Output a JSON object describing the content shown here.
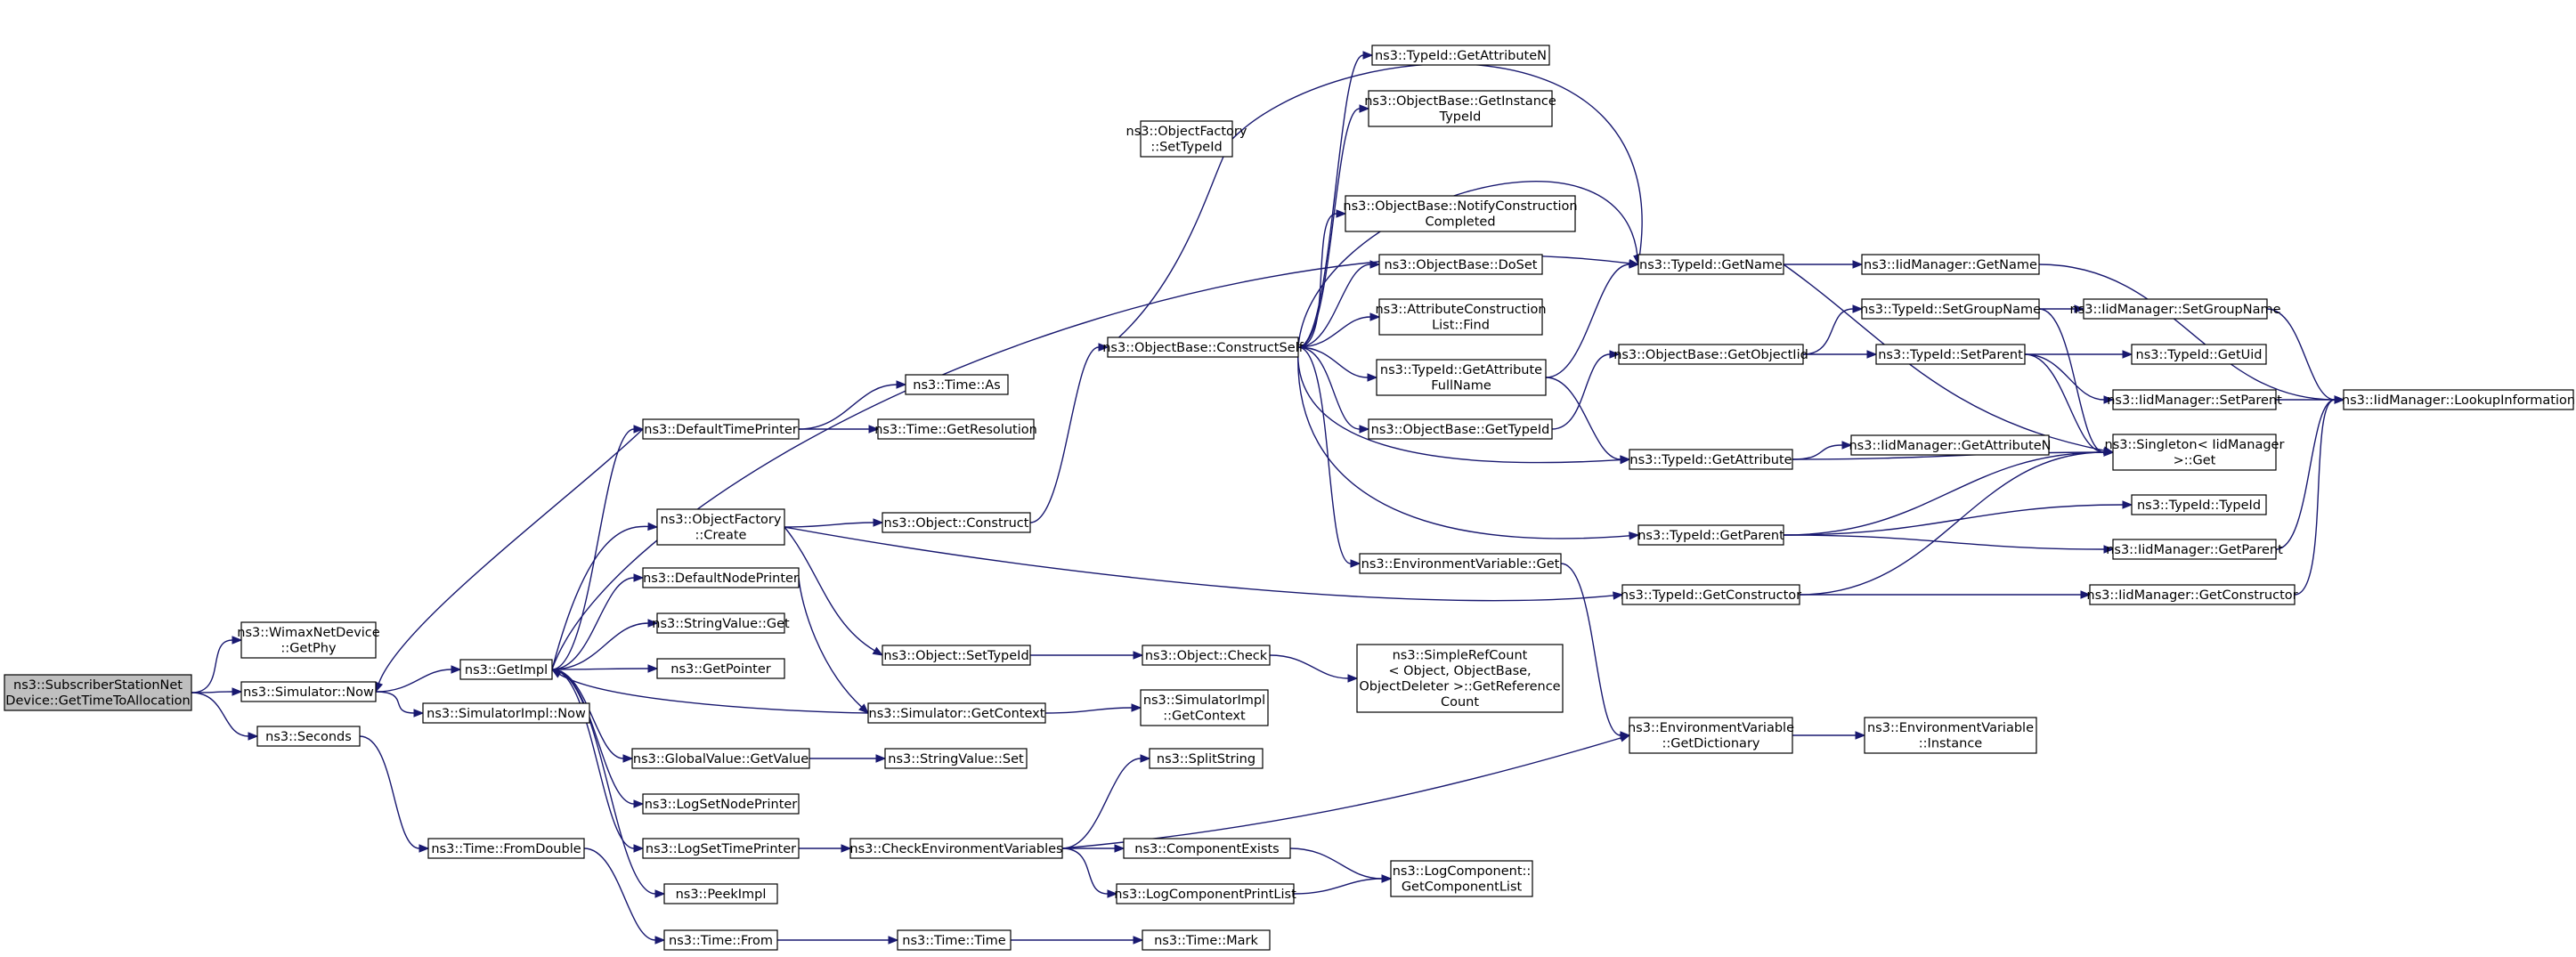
{
  "graph": {
    "nodes": [
      {
        "id": "root",
        "lines": [
          "ns3::SubscriberStationNet",
          "Device::GetTimeToAllocation"
        ],
        "root": true
      },
      {
        "id": "wimaxGetPhy",
        "lines": [
          "ns3::WimaxNetDevice",
          "::GetPhy"
        ]
      },
      {
        "id": "simNow",
        "lines": [
          "ns3::Simulator::Now"
        ]
      },
      {
        "id": "seconds",
        "lines": [
          "ns3::Seconds"
        ]
      },
      {
        "id": "getImpl",
        "lines": [
          "ns3::GetImpl"
        ]
      },
      {
        "id": "simImplNow",
        "lines": [
          "ns3::SimulatorImpl::Now"
        ]
      },
      {
        "id": "timeFromDouble",
        "lines": [
          "ns3::Time::FromDouble"
        ]
      },
      {
        "id": "defaultTimePrinter",
        "lines": [
          "ns3::DefaultTimePrinter"
        ]
      },
      {
        "id": "objFactoryCreate",
        "lines": [
          "ns3::ObjectFactory",
          "::Create"
        ]
      },
      {
        "id": "defaultNodePrinter",
        "lines": [
          "ns3::DefaultNodePrinter"
        ]
      },
      {
        "id": "stringValueGet",
        "lines": [
          "ns3::StringValue::Get"
        ]
      },
      {
        "id": "getPointer",
        "lines": [
          "ns3::GetPointer"
        ]
      },
      {
        "id": "globalValueGetValue",
        "lines": [
          "ns3::GlobalValue::GetValue"
        ]
      },
      {
        "id": "logSetNodePrinter",
        "lines": [
          "ns3::LogSetNodePrinter"
        ]
      },
      {
        "id": "logSetTimePrinter",
        "lines": [
          "ns3::LogSetTimePrinter"
        ]
      },
      {
        "id": "peekImpl",
        "lines": [
          "ns3::PeekImpl"
        ]
      },
      {
        "id": "timeFrom",
        "lines": [
          "ns3::Time::From"
        ]
      },
      {
        "id": "timeAs",
        "lines": [
          "ns3::Time::As"
        ]
      },
      {
        "id": "timeGetResolution",
        "lines": [
          "ns3::Time::GetResolution"
        ]
      },
      {
        "id": "objConstruct",
        "lines": [
          "ns3::Object::Construct"
        ]
      },
      {
        "id": "objSetTypeId",
        "lines": [
          "ns3::Object::SetTypeId"
        ]
      },
      {
        "id": "simGetContext",
        "lines": [
          "ns3::Simulator::GetContext"
        ]
      },
      {
        "id": "stringValueSet",
        "lines": [
          "ns3::StringValue::Set"
        ]
      },
      {
        "id": "checkEnvVars",
        "lines": [
          "ns3::CheckEnvironmentVariables"
        ]
      },
      {
        "id": "timeTime",
        "lines": [
          "ns3::Time::Time"
        ]
      },
      {
        "id": "objFactorySetTypeId",
        "lines": [
          "ns3::ObjectFactory",
          "::SetTypeId"
        ]
      },
      {
        "id": "constructSelf",
        "lines": [
          "ns3::ObjectBase::ConstructSelf"
        ]
      },
      {
        "id": "objCheck",
        "lines": [
          "ns3::Object::Check"
        ]
      },
      {
        "id": "simImplGetContext",
        "lines": [
          "ns3::SimulatorImpl",
          "::GetContext"
        ]
      },
      {
        "id": "splitString",
        "lines": [
          "ns3::SplitString"
        ]
      },
      {
        "id": "componentExists",
        "lines": [
          "ns3::ComponentExists"
        ]
      },
      {
        "id": "logComponentPrintList",
        "lines": [
          "ns3::LogComponentPrintList"
        ]
      },
      {
        "id": "timeMark",
        "lines": [
          "ns3::Time::Mark"
        ]
      },
      {
        "id": "typeIdGetAttributeN",
        "lines": [
          "ns3::TypeId::GetAttributeN"
        ]
      },
      {
        "id": "objBaseGetInstanceTypeId",
        "lines": [
          "ns3::ObjectBase::GetInstance",
          "TypeId"
        ]
      },
      {
        "id": "notifyConstructionCompleted",
        "lines": [
          "ns3::ObjectBase::NotifyConstruction",
          "Completed"
        ]
      },
      {
        "id": "objBaseDoSet",
        "lines": [
          "ns3::ObjectBase::DoSet"
        ]
      },
      {
        "id": "attrConstructionListFind",
        "lines": [
          "ns3::AttributeConstruction",
          "List::Find"
        ]
      },
      {
        "id": "typeIdGetAttributeFullName",
        "lines": [
          "ns3::TypeId::GetAttribute",
          "FullName"
        ]
      },
      {
        "id": "objBaseGetTypeId",
        "lines": [
          "ns3::ObjectBase::GetTypeId"
        ]
      },
      {
        "id": "envVarGet",
        "lines": [
          "ns3::EnvironmentVariable::Get"
        ]
      },
      {
        "id": "simpleRefCount",
        "lines": [
          "ns3::SimpleRefCount",
          "< Object, ObjectBase,",
          "ObjectDeleter >::GetReference",
          "Count"
        ]
      },
      {
        "id": "logComponentGetList",
        "lines": [
          "ns3::LogComponent::",
          "GetComponentList"
        ]
      },
      {
        "id": "typeIdGetName",
        "lines": [
          "ns3::TypeId::GetName"
        ]
      },
      {
        "id": "objBaseGetObjectIid",
        "lines": [
          "ns3::ObjectBase::GetObjectIid"
        ]
      },
      {
        "id": "typeIdGetAttribute",
        "lines": [
          "ns3::TypeId::GetAttribute"
        ]
      },
      {
        "id": "typeIdGetParent",
        "lines": [
          "ns3::TypeId::GetParent"
        ]
      },
      {
        "id": "typeIdGetConstructor",
        "lines": [
          "ns3::TypeId::GetConstructor"
        ]
      },
      {
        "id": "envVarGetDictionary",
        "lines": [
          "ns3::EnvironmentVariable",
          "::GetDictionary"
        ]
      },
      {
        "id": "iidGetName",
        "lines": [
          "ns3::IidManager::GetName"
        ]
      },
      {
        "id": "typeIdSetGroupName",
        "lines": [
          "ns3::TypeId::SetGroupName"
        ]
      },
      {
        "id": "typeIdSetParent",
        "lines": [
          "ns3::TypeId::SetParent"
        ]
      },
      {
        "id": "iidGetAttributeN",
        "lines": [
          "ns3::IidManager::GetAttributeN"
        ]
      },
      {
        "id": "envVarInstance",
        "lines": [
          "ns3::EnvironmentVariable",
          "::Instance"
        ]
      },
      {
        "id": "iidSetGroupName",
        "lines": [
          "ns3::IidManager::SetGroupName"
        ]
      },
      {
        "id": "typeIdGetUid",
        "lines": [
          "ns3::TypeId::GetUid"
        ]
      },
      {
        "id": "iidSetParent",
        "lines": [
          "ns3::IidManager::SetParent"
        ]
      },
      {
        "id": "singletonGet",
        "lines": [
          "ns3::Singleton< IidManager",
          " >::Get"
        ]
      },
      {
        "id": "typeIdTypeId",
        "lines": [
          "ns3::TypeId::TypeId"
        ]
      },
      {
        "id": "iidGetParent",
        "lines": [
          "ns3::IidManager::GetParent"
        ]
      },
      {
        "id": "iidGetConstructor",
        "lines": [
          "ns3::IidManager::GetConstructor"
        ]
      },
      {
        "id": "iidLookupInformation",
        "lines": [
          "ns3::IidManager::LookupInformation"
        ]
      }
    ],
    "edges": [
      [
        "root",
        "wimaxGetPhy"
      ],
      [
        "root",
        "simNow"
      ],
      [
        "root",
        "seconds"
      ],
      [
        "simNow",
        "getImpl"
      ],
      [
        "simNow",
        "simImplNow"
      ],
      [
        "seconds",
        "timeFromDouble"
      ],
      [
        "getImpl",
        "defaultTimePrinter"
      ],
      [
        "getImpl",
        "objFactoryCreate"
      ],
      [
        "getImpl",
        "defaultNodePrinter"
      ],
      [
        "getImpl",
        "stringValueGet"
      ],
      [
        "getImpl",
        "getPointer"
      ],
      [
        "getImpl",
        "globalValueGetValue"
      ],
      [
        "getImpl",
        "logSetNodePrinter"
      ],
      [
        "getImpl",
        "logSetTimePrinter"
      ],
      [
        "getImpl",
        "peekImpl"
      ],
      [
        "getImpl",
        "typeIdGetName"
      ],
      [
        "simGetContext",
        "getImpl"
      ],
      [
        "defaultTimePrinter",
        "simNow"
      ],
      [
        "defaultTimePrinter",
        "timeAs"
      ],
      [
        "defaultTimePrinter",
        "timeGetResolution"
      ],
      [
        "defaultNodePrinter",
        "simGetContext"
      ],
      [
        "objFactoryCreate",
        "objConstruct"
      ],
      [
        "objFactoryCreate",
        "objSetTypeId"
      ],
      [
        "objFactoryCreate",
        "typeIdGetConstructor"
      ],
      [
        "objConstruct",
        "constructSelf"
      ],
      [
        "objSetTypeId",
        "objCheck"
      ],
      [
        "objCheck",
        "simpleRefCount"
      ],
      [
        "simGetContext",
        "simImplGetContext"
      ],
      [
        "globalValueGetValue",
        "stringValueSet"
      ],
      [
        "logSetTimePrinter",
        "checkEnvVars"
      ],
      [
        "checkEnvVars",
        "splitString"
      ],
      [
        "checkEnvVars",
        "componentExists"
      ],
      [
        "checkEnvVars",
        "logComponentPrintList"
      ],
      [
        "checkEnvVars",
        "envVarGetDictionary"
      ],
      [
        "componentExists",
        "logComponentGetList"
      ],
      [
        "logComponentPrintList",
        "logComponentGetList"
      ],
      [
        "timeFromDouble",
        "timeFrom"
      ],
      [
        "timeFrom",
        "timeTime"
      ],
      [
        "timeTime",
        "timeMark"
      ],
      [
        "objFactorySetTypeId",
        "typeIdGetName"
      ],
      [
        "constructSelf",
        "objFactorySetTypeId"
      ],
      [
        "constructSelf",
        "typeIdGetAttributeN"
      ],
      [
        "constructSelf",
        "objBaseGetInstanceTypeId"
      ],
      [
        "constructSelf",
        "typeIdGetName"
      ],
      [
        "constructSelf",
        "notifyConstructionCompleted"
      ],
      [
        "constructSelf",
        "objBaseDoSet"
      ],
      [
        "constructSelf",
        "attrConstructionListFind"
      ],
      [
        "constructSelf",
        "typeIdGetAttributeFullName"
      ],
      [
        "constructSelf",
        "objBaseGetTypeId"
      ],
      [
        "constructSelf",
        "typeIdGetAttribute"
      ],
      [
        "constructSelf",
        "typeIdGetParent"
      ],
      [
        "constructSelf",
        "envVarGet"
      ],
      [
        "typeIdGetAttributeFullName",
        "typeIdGetName"
      ],
      [
        "typeIdGetAttributeFullName",
        "typeIdGetAttribute"
      ],
      [
        "objBaseGetTypeId",
        "objBaseGetObjectIid"
      ],
      [
        "envVarGet",
        "envVarGetDictionary"
      ],
      [
        "envVarGetDictionary",
        "envVarInstance"
      ],
      [
        "typeIdGetName",
        "iidGetName"
      ],
      [
        "typeIdGetName",
        "singletonGet"
      ],
      [
        "objBaseGetObjectIid",
        "typeIdSetGroupName"
      ],
      [
        "objBaseGetObjectIid",
        "typeIdSetParent"
      ],
      [
        "typeIdSetGroupName",
        "iidSetGroupName"
      ],
      [
        "typeIdSetGroupName",
        "singletonGet"
      ],
      [
        "typeIdSetParent",
        "typeIdGetUid"
      ],
      [
        "typeIdSetParent",
        "iidSetParent"
      ],
      [
        "typeIdSetParent",
        "singletonGet"
      ],
      [
        "typeIdGetAttribute",
        "iidGetAttributeN"
      ],
      [
        "typeIdGetAttribute",
        "singletonGet"
      ],
      [
        "typeIdGetParent",
        "singletonGet"
      ],
      [
        "typeIdGetParent",
        "typeIdTypeId"
      ],
      [
        "typeIdGetParent",
        "iidGetParent"
      ],
      [
        "typeIdGetConstructor",
        "singletonGet"
      ],
      [
        "typeIdGetConstructor",
        "iidGetConstructor"
      ],
      [
        "iidGetName",
        "iidLookupInformation"
      ],
      [
        "iidSetGroupName",
        "iidLookupInformation"
      ],
      [
        "iidSetParent",
        "iidLookupInformation"
      ],
      [
        "iidGetParent",
        "iidLookupInformation"
      ],
      [
        "iidGetConstructor",
        "iidLookupInformation"
      ]
    ]
  }
}
